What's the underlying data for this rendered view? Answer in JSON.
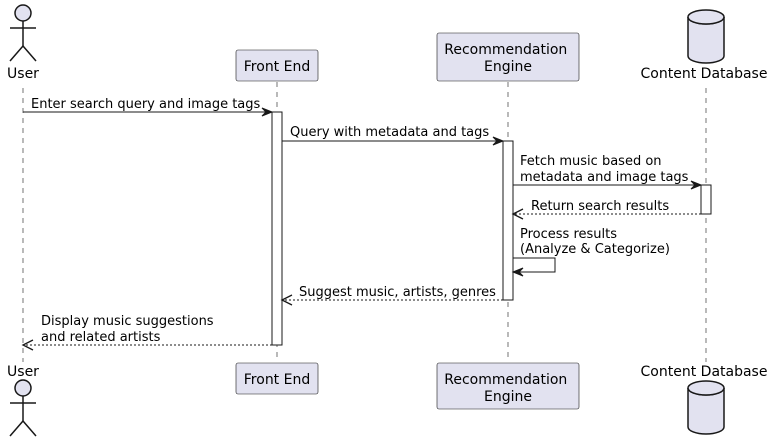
{
  "participants": {
    "user": "User",
    "front_end": "Front End",
    "rec_engine": [
      "Recommendation",
      "Engine"
    ],
    "content_db": "Content Database"
  },
  "messages": {
    "m1": [
      "Enter search query and image tags"
    ],
    "m2": [
      "Query with metadata and tags"
    ],
    "m3": [
      "Fetch music based on",
      "metadata and image tags"
    ],
    "m4": [
      "Return search results"
    ],
    "m5": [
      "Process results",
      "(Analyze & Categorize)"
    ],
    "m6": [
      "Suggest music, artists, genres"
    ],
    "m7": [
      "Display music suggestions",
      "and related artists"
    ]
  }
}
